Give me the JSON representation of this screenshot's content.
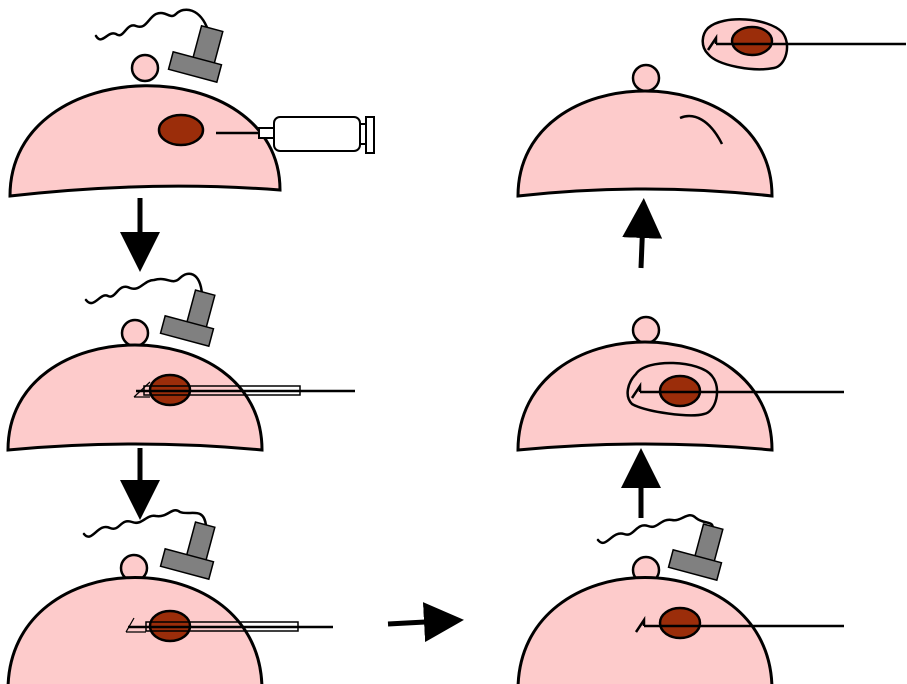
{
  "diagram": {
    "kind": "procedure-flow",
    "panel_count": 6,
    "arrow_count": 5,
    "colors": {
      "breast_fill": "#fdcbcb",
      "lesion_fill": "#9b2d0a",
      "probe_fill": "#808080",
      "outline": "#000000",
      "syringe_fill": "#ffffff"
    },
    "steps": [
      {
        "id": "step-1",
        "items": [
          "ultrasound-probe",
          "lesion",
          "syringe"
        ]
      },
      {
        "id": "step-2",
        "items": [
          "ultrasound-probe",
          "lesion",
          "needle-with-sheath"
        ]
      },
      {
        "id": "step-3",
        "items": [
          "ultrasound-probe",
          "lesion",
          "needle-with-sheath"
        ]
      },
      {
        "id": "step-4",
        "items": [
          "ultrasound-probe",
          "lesion",
          "hook-wire"
        ]
      },
      {
        "id": "step-5",
        "items": [
          "lesion",
          "excision-margin",
          "hook-wire"
        ]
      },
      {
        "id": "step-6",
        "items": [
          "closed-incision",
          "excised-specimen"
        ]
      }
    ],
    "flow": [
      {
        "from": "step-1",
        "to": "step-2",
        "direction": "down"
      },
      {
        "from": "step-2",
        "to": "step-3",
        "direction": "down"
      },
      {
        "from": "step-3",
        "to": "step-4",
        "direction": "right"
      },
      {
        "from": "step-4",
        "to": "step-5",
        "direction": "up"
      },
      {
        "from": "step-5",
        "to": "step-6",
        "direction": "up"
      }
    ]
  }
}
